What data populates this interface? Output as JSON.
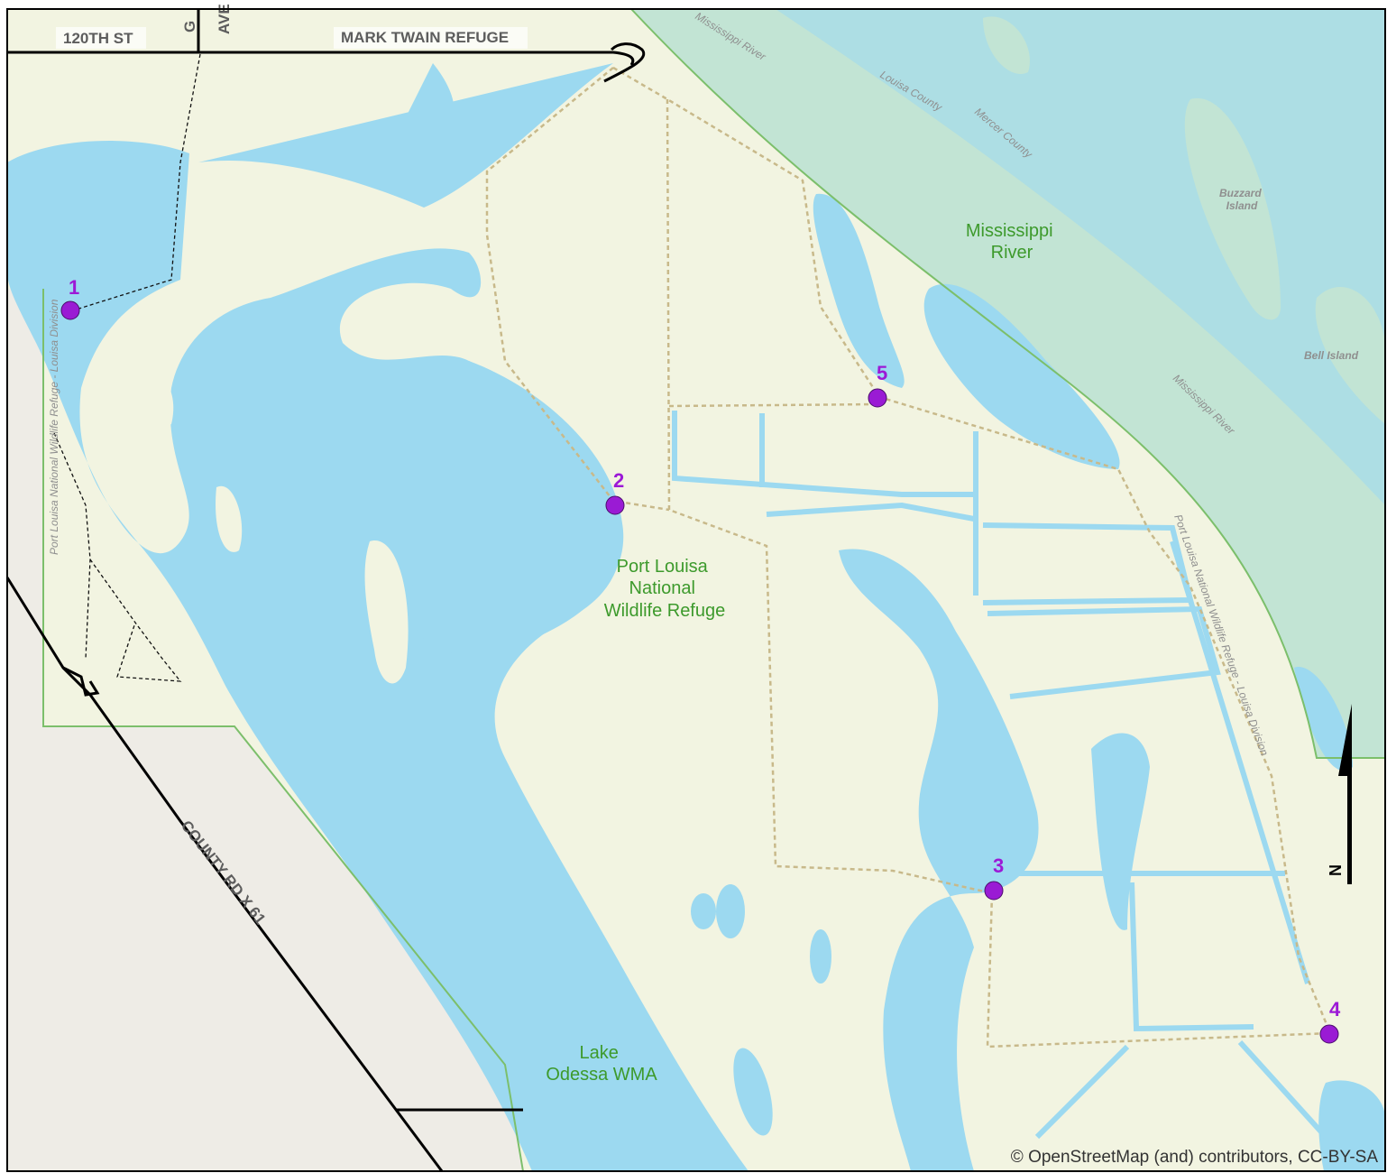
{
  "colors": {
    "land": "#f2f4e1",
    "water": "#9cd9f0",
    "river_zone": "#c2e4d4",
    "developed": "#eeece6",
    "marker": "#9a1bd4",
    "road": "#000000",
    "trail": "#c8b98a",
    "green_text": "#3d9a2c"
  },
  "roads": {
    "top_road": "120TH ST",
    "g_ave_1": "G",
    "g_ave_2": "AVE",
    "refuge_road": "MARK TWAIN REFUGE",
    "county_road": "COUNTY RD X 61"
  },
  "places": {
    "mississippi_1": "Mississippi",
    "mississippi_2": "River",
    "refuge_1": "Port Louisa",
    "refuge_2": "National",
    "refuge_3": "Wildlife Refuge",
    "lake_1": "Lake",
    "lake_2": "Odessa WMA",
    "buzzard_1": "Buzzard",
    "buzzard_2": "Island",
    "bell": "Bell Island",
    "river_label_a": "Mississippi River",
    "river_label_b": "Mississippi River",
    "county_a": "Louisa County",
    "county_b": "Mercer County",
    "boundary_a": "Port Louisa National Wildlife Refuge - Louisa Division",
    "boundary_b": "Port Louisa National Wildlife Refuge - Louisa Division"
  },
  "markers": [
    {
      "label": "1"
    },
    {
      "label": "2"
    },
    {
      "label": "3"
    },
    {
      "label": "4"
    },
    {
      "label": "5"
    }
  ],
  "north_arrow": "N",
  "attribution": "© OpenStreetMap (and) contributors, CC-BY-SA"
}
